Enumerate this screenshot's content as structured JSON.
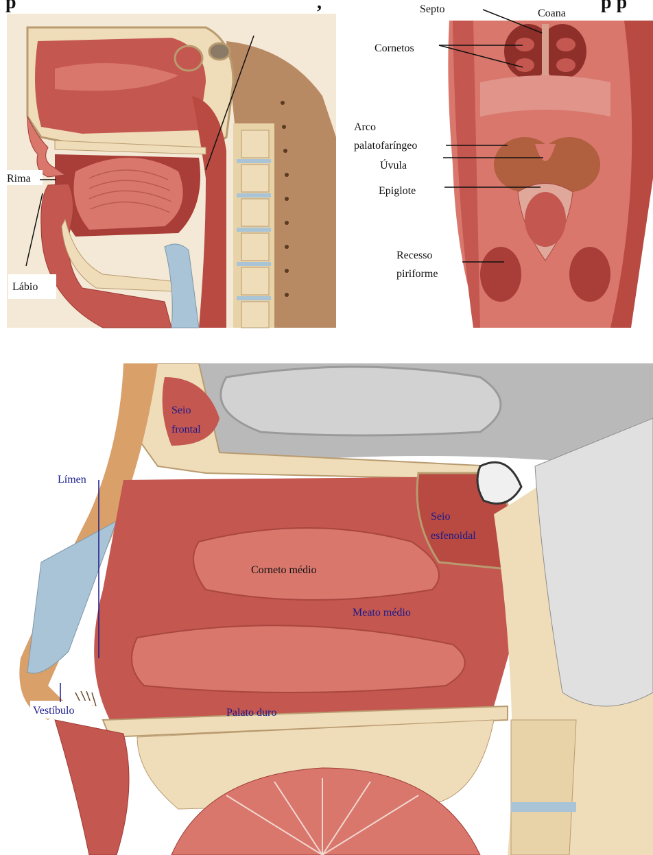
{
  "top_text": {
    "left_fragment": "p",
    "left_tail": ",",
    "right_fragment": "p p"
  },
  "colors": {
    "label_black": "#111111",
    "label_blue": "#1a1a8c",
    "tissue_red": "#c4574f",
    "tissue_pink": "#e0948a",
    "bone_cream": "#efdcb8",
    "cartilage_blue": "#a9c4d6",
    "brain_grey": "#b9b9b9",
    "skin_tan": "#b88a64"
  },
  "panel_sagittal": {
    "labels": {
      "rima": "Rima",
      "labio": "Lábio"
    }
  },
  "panel_pharynx": {
    "labels": {
      "septo": "Septo",
      "coana": "Coana",
      "cornetos": "Cornetos",
      "arco_1": "Arco",
      "arco_2": "palatofaríngeo",
      "uvula": "Úvula",
      "epiglote": "Epiglote",
      "recesso_1": "Recesso",
      "recesso_2": "piriforme"
    }
  },
  "panel_nasal": {
    "labels": {
      "seio_frontal_1": "Seio",
      "seio_frontal_2": "frontal",
      "limen": "Límen",
      "seio_esfenoidal_1": "Seio",
      "seio_esfenoidal_2": "esfenoidal",
      "corneto_medio": "Corneto médio",
      "meato_medio": "Meato médio",
      "vestibulo": "Vestíbulo",
      "palato_duro": "Palato duro"
    }
  }
}
